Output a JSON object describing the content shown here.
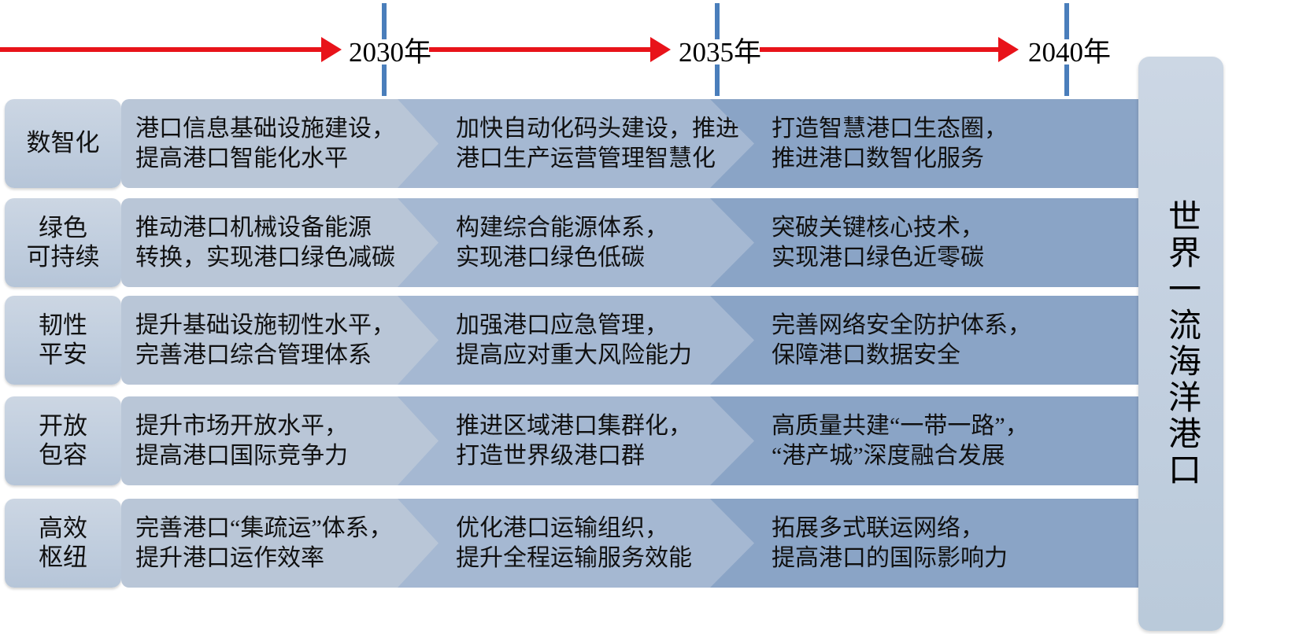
{
  "timeline": {
    "years": [
      "2030年",
      "2035年",
      "2040年"
    ],
    "arrow_color": "#e8131a",
    "tick_color": "#4a7ebb"
  },
  "goal": {
    "text": "世界一流海洋港口"
  },
  "stage_colors": [
    "#b9c6d7",
    "#a5b8d2",
    "#8aa4c6"
  ],
  "rows": [
    {
      "category": "数智化",
      "stages": [
        "港口信息基础设施建设，\n提高港口智能化水平",
        "加快自动化码头建设，推进\n港口生产运营管理智慧化",
        "打造智慧港口生态圈，\n推进港口数智化服务"
      ]
    },
    {
      "category": "绿色\n可持续",
      "stages": [
        "推动港口机械设备能源\n转换，实现港口绿色减碳",
        "构建综合能源体系，\n实现港口绿色低碳",
        "突破关键核心技术，\n实现港口绿色近零碳"
      ]
    },
    {
      "category": "韧性\n平安",
      "stages": [
        "提升基础设施韧性水平，\n完善港口综合管理体系",
        "加强港口应急管理，\n提高应对重大风险能力",
        "完善网络安全防护体系，\n保障港口数据安全"
      ]
    },
    {
      "category": "开放\n包容",
      "stages": [
        "提升市场开放水平，\n提高港口国际竞争力",
        "推进区域港口集群化，\n打造世界级港口群",
        "高质量共建“一带一路”，\n“港产城”深度融合发展"
      ]
    },
    {
      "category": "高效\n枢纽",
      "stages": [
        "完善港口“集疏运”体系，\n提升港口运作效率",
        "优化港口运输组织，\n提升全程运输服务效能",
        "拓展多式联运网络，\n提高港口的国际影响力"
      ]
    }
  ]
}
